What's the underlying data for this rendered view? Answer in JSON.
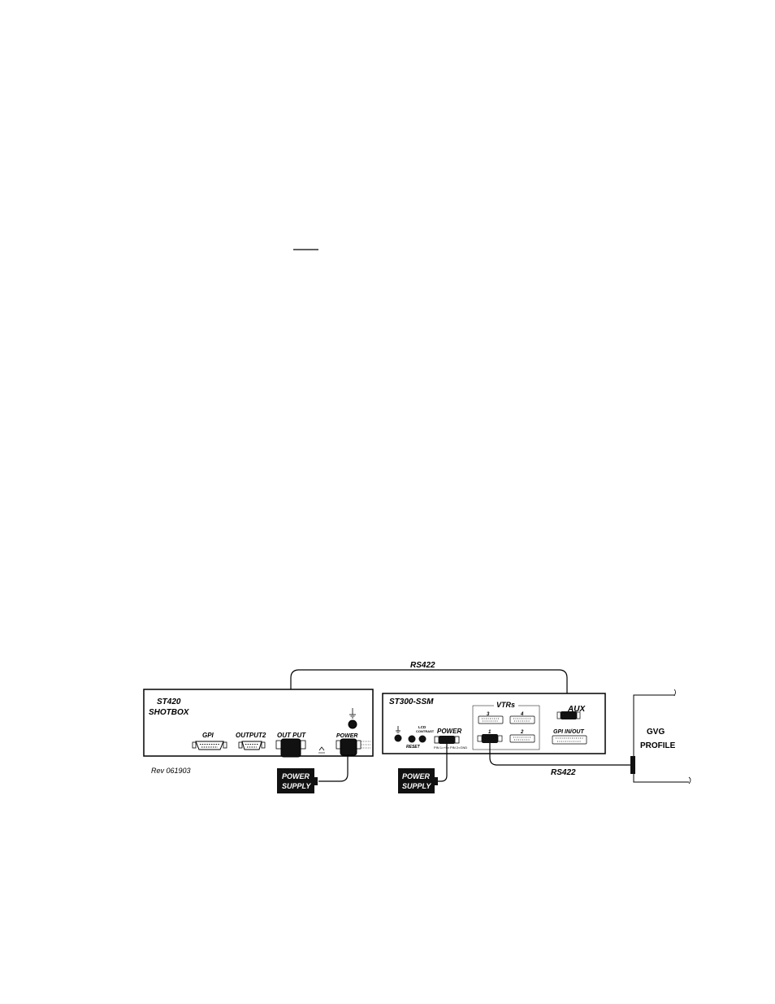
{
  "cables": {
    "top_label": "RS422",
    "bottom_label": "RS422"
  },
  "st420": {
    "title_line1": "ST420",
    "title_line2": "SHOTBOX",
    "ports": {
      "gpi": "GPI",
      "output2": "OUTPUT2",
      "output": "OUT PUT",
      "power": "POWER"
    },
    "revision": "Rev 061903"
  },
  "st300": {
    "title": "ST300-SSM",
    "vtrs_title": "VTRs",
    "vtr_numbers": [
      "3",
      "4",
      "1",
      "2"
    ],
    "aux": "AUX",
    "gpi_in_out": "GPI IN/OUT",
    "power": "POWER",
    "reset": "RESET",
    "lcd_contrast_1": "LCD",
    "lcd_contrast_2": "CONTRAST",
    "power_pin_note": "PIN 1=+5v  PIN 2=GND"
  },
  "power_supply_1": {
    "line1": "POWER",
    "line2": "SUPPLY"
  },
  "power_supply_2": {
    "line1": "POWER",
    "line2": "SUPPLY"
  },
  "gvg": {
    "line1": "GVG",
    "line2": "PROFILE"
  },
  "header_rule": {
    "visible": true
  }
}
